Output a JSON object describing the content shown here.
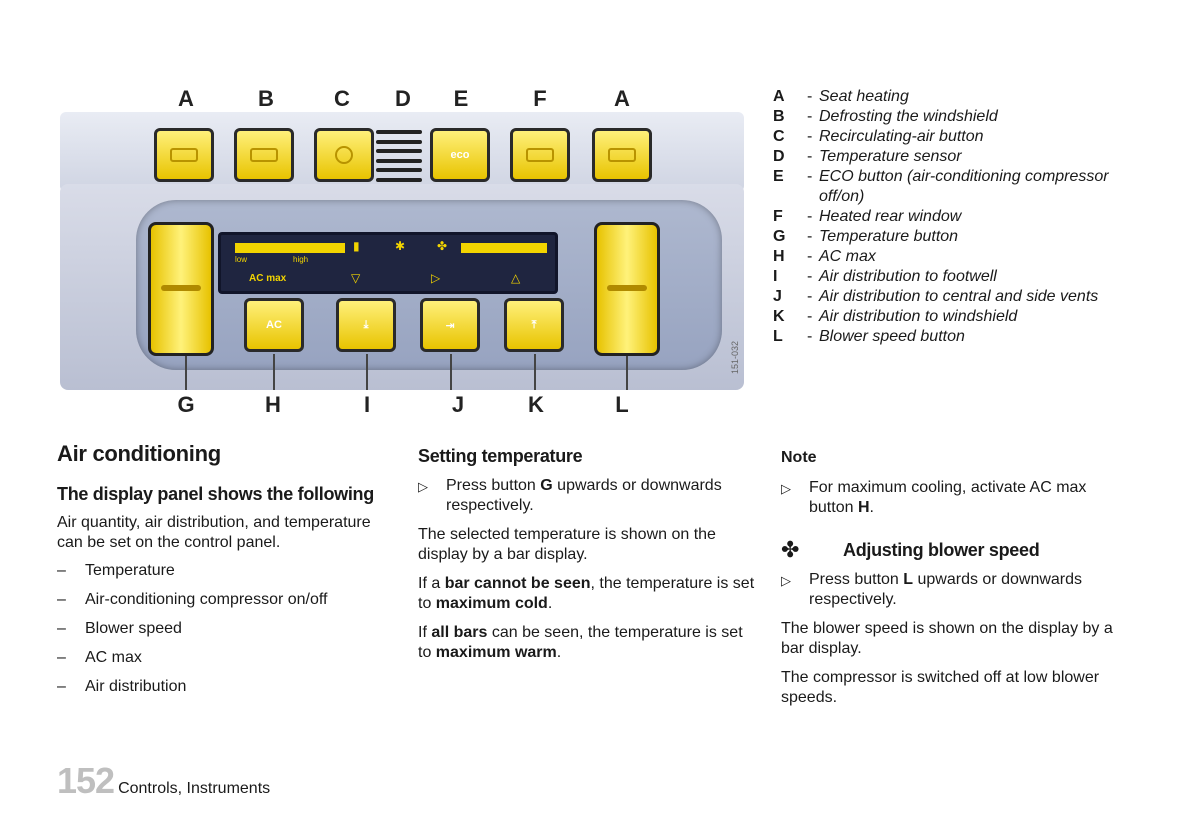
{
  "figure": {
    "letters_top": [
      "A",
      "B",
      "C",
      "D",
      "E",
      "F",
      "A"
    ],
    "letters_bottom": [
      "G",
      "H",
      "I",
      "J",
      "K",
      "L"
    ],
    "code": "151-032",
    "lcd": {
      "low": "low",
      "high": "high",
      "ac_max": "AC max"
    },
    "ac_button": "AC",
    "eco_button": "eco"
  },
  "legend": [
    {
      "key": "A",
      "text": "Seat heating"
    },
    {
      "key": "B",
      "text": "Defrosting the windshield"
    },
    {
      "key": "C",
      "text": "Recirculating-air button"
    },
    {
      "key": "D",
      "text": "Temperature sensor"
    },
    {
      "key": "E",
      "text": "ECO button (air-conditioning compressor"
    },
    {
      "key": "",
      "text": "off/on)"
    },
    {
      "key": "F",
      "text": "Heated rear window"
    },
    {
      "key": "G",
      "text": "Temperature button"
    },
    {
      "key": "H",
      "text": "AC max"
    },
    {
      "key": "I",
      "text": "Air distribution to footwell"
    },
    {
      "key": "J",
      "text": "Air distribution to central and side vents"
    },
    {
      "key": "K",
      "text": "Air distribution to windshield"
    },
    {
      "key": "L",
      "text": "Blower speed button"
    }
  ],
  "col1": {
    "title": "Air conditioning",
    "subtitle": "The display panel shows the following",
    "intro": "Air quantity, air distribution, and temperature can be set on the control panel.",
    "items": [
      "Temperature",
      "Air-conditioning compressor on/off",
      "Blower speed",
      "AC max",
      "Air distribution"
    ]
  },
  "col2": {
    "title": "Setting temperature",
    "step": {
      "pre": "Press button ",
      "key": "G",
      "post": " upwards or downwards respectively."
    },
    "p1": "The selected temperature is shown on the display by a bar display.",
    "p2": {
      "pre": "If a ",
      "b1": "bar cannot be seen",
      "mid": ", the temperature is set to ",
      "b2": "maximum cold",
      "end": "."
    },
    "p3": {
      "pre": "If ",
      "b1": "all bars",
      "mid": " can be seen, the temperature is set to ",
      "b2": "maximum warm",
      "end": "."
    }
  },
  "col3": {
    "note_title": "Note",
    "note_step": {
      "pre": "For maximum cooling, activate AC max button ",
      "key": "H",
      "end": "."
    },
    "blower_title": "Adjusting blower speed",
    "blower_step": {
      "pre": "Press button ",
      "key": "L",
      "post": " upwards or downwards respectively."
    },
    "p1": "The blower speed is shown on the display by a bar display.",
    "p2": "The compressor is switched off at low blower speeds."
  },
  "footer": {
    "page": "152",
    "section": "Controls, Instruments"
  },
  "icons": {
    "step": "triangle-right-icon",
    "fan": "fan-icon"
  }
}
